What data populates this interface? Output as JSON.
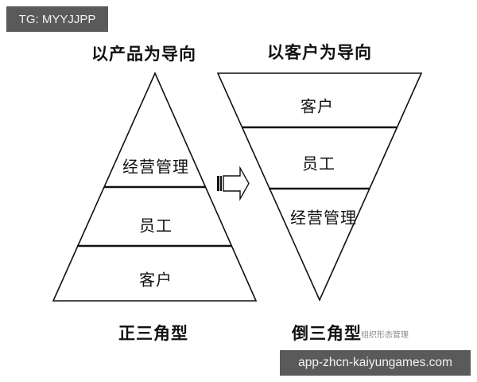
{
  "overlay": {
    "top_left_badge": "TG: MYYJJPP",
    "bottom_right_badge": "app-zhcn-kaiyungames.com",
    "watermark": "组织形态管理"
  },
  "left_diagram": {
    "title": "以产品为导向",
    "caption": "正三角型",
    "shape": "upright-triangle",
    "layers_top_to_bottom": [
      "经营管理",
      "员工",
      "客户"
    ]
  },
  "right_diagram": {
    "title": "以客户为导向",
    "caption": "倒三角型",
    "shape": "inverted-triangle",
    "layers_top_to_bottom": [
      "客户",
      "员工",
      "经营管理"
    ]
  },
  "transition_arrow": {
    "icon": "right-arrow-icon",
    "direction": "left-to-right"
  },
  "colors": {
    "line": "#111111",
    "badge_bg": "#5a5a5a",
    "badge_text": "#f2f2f2",
    "background": "#ffffff"
  }
}
